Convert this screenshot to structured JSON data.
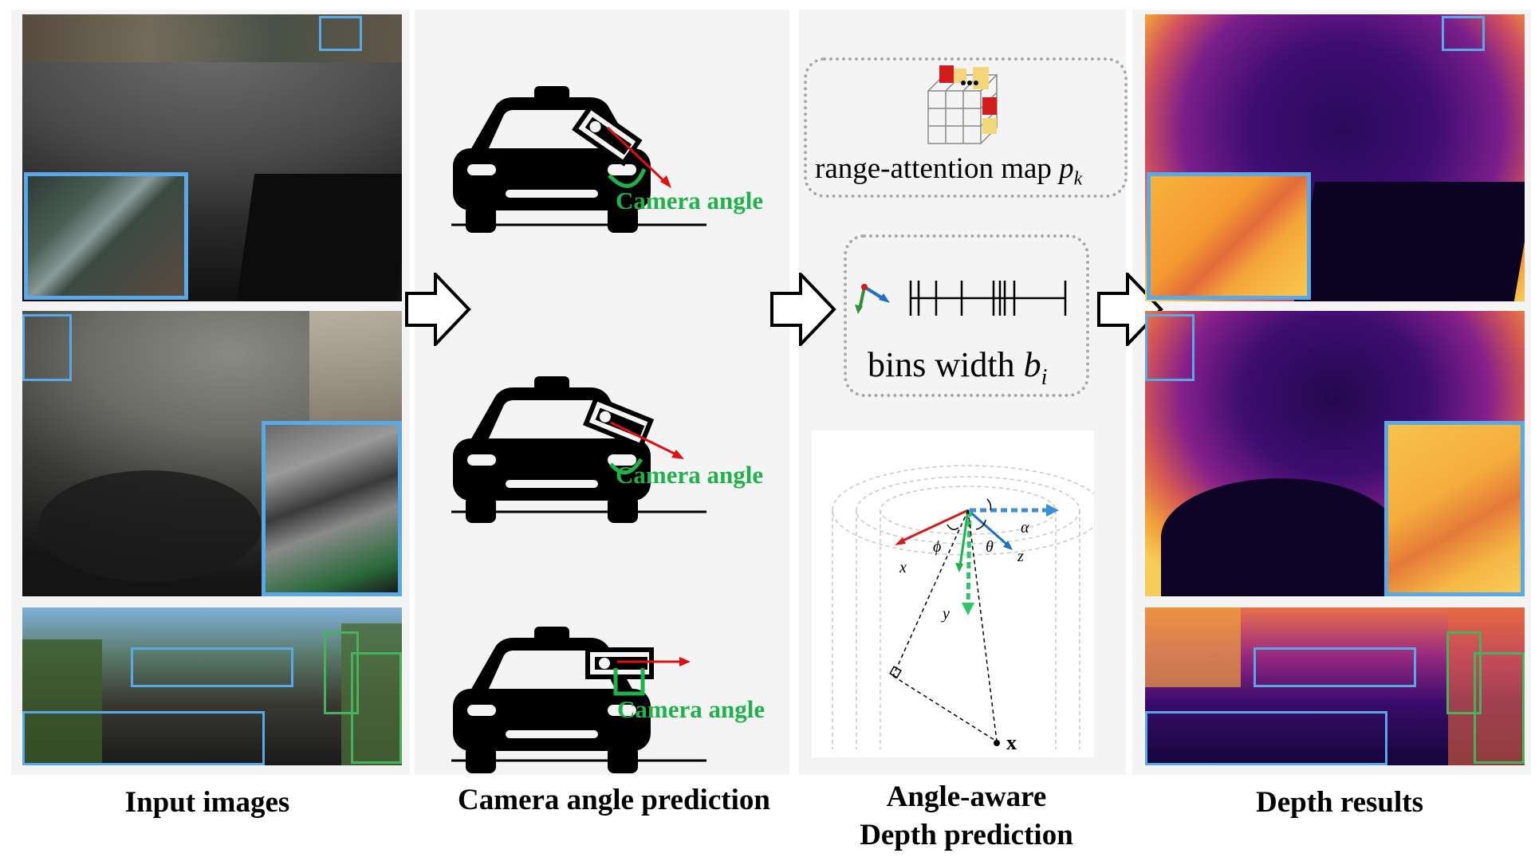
{
  "captions": {
    "input": "Input images",
    "camera": "Camera angle prediction",
    "angle_aware_line1": "Angle-aware",
    "angle_aware_line2": "Depth prediction",
    "depth": "Depth results"
  },
  "camera_label": "Camera angle",
  "range_attention": {
    "text": "range-attention map ",
    "symbol": "p",
    "subscript": "k"
  },
  "bins": {
    "text": "bins width ",
    "symbol": "b",
    "subscript": "i"
  },
  "geometry_labels": {
    "x": "x",
    "y": "y",
    "z": "z",
    "phi": "ϕ",
    "theta": "θ",
    "alpha": "α",
    "X": "x"
  },
  "colors": {
    "inset_blue": "#5aa9e6",
    "inset_green": "#47b15c",
    "camera_label": "#1fb24a",
    "angle_arrow": "#e01010"
  }
}
